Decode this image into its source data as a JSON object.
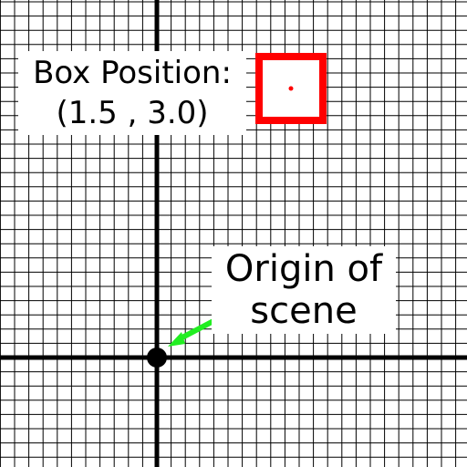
{
  "scene": {
    "grid_color": "#000000",
    "axis_color": "#000000",
    "box_color": "#ff0000",
    "arrow_color": "#22ee22",
    "origin_marker_color": "#000000",
    "background": "#ffffff"
  },
  "box_callout": {
    "line1": "Box Position:",
    "line2": "(1.5 , 3.0)"
  },
  "origin_callout": {
    "line1": "Origin of",
    "line2": "scene"
  },
  "box_position": {
    "x": 1.5,
    "y": 3.0
  },
  "icons": {
    "box": "square-outline",
    "origin": "filled-circle",
    "arrow": "arrow-icon"
  }
}
